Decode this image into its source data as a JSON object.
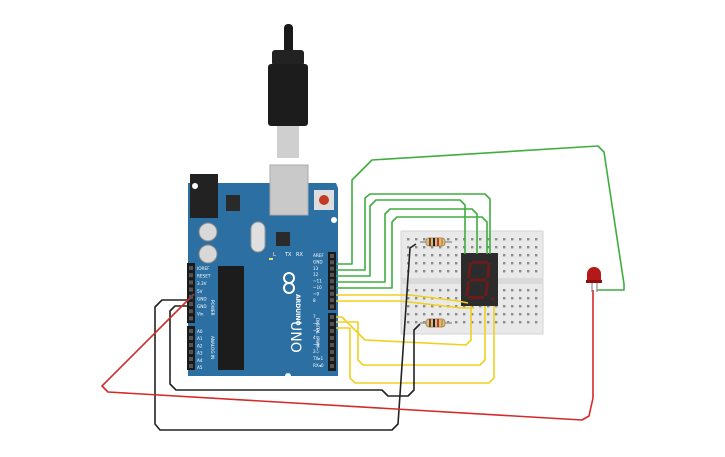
{
  "board": {
    "logo_text": "ARDUINO",
    "model_text": "UNO",
    "power_header_left": "IOREF",
    "power_pins": [
      "IOREF",
      "RESET",
      "3.3V",
      "5V",
      "GND",
      "GND",
      "Vin"
    ],
    "power_label": "POWER",
    "analog_pins": [
      "A0",
      "A1",
      "A2",
      "A3",
      "A4",
      "A5"
    ],
    "analog_label": "ANALOG IN",
    "digital_top_pins": [
      "AREF",
      "GND",
      "13",
      "12",
      "~11",
      "~10",
      "~9",
      "8"
    ],
    "digital_bottom_pins": [
      "7",
      "~6",
      "~5",
      "4",
      "~3",
      "2",
      "TX▸1",
      "RX◂0"
    ],
    "digital_label": "DIGITAL (PWM~)",
    "led_labels": [
      "L",
      "TX",
      "RX"
    ]
  },
  "display": {
    "digit": "8"
  },
  "colors": {
    "board": "#2b6fa3",
    "wire_green": "#3fae3f",
    "wire_yellow": "#f0d020",
    "wire_red": "#d42a2a",
    "wire_black": "#222222",
    "breadboard": "#e9e9e9",
    "display_body": "#2c2c2c",
    "segment_off": "#6a1c1c",
    "led_red": "#b41818"
  }
}
